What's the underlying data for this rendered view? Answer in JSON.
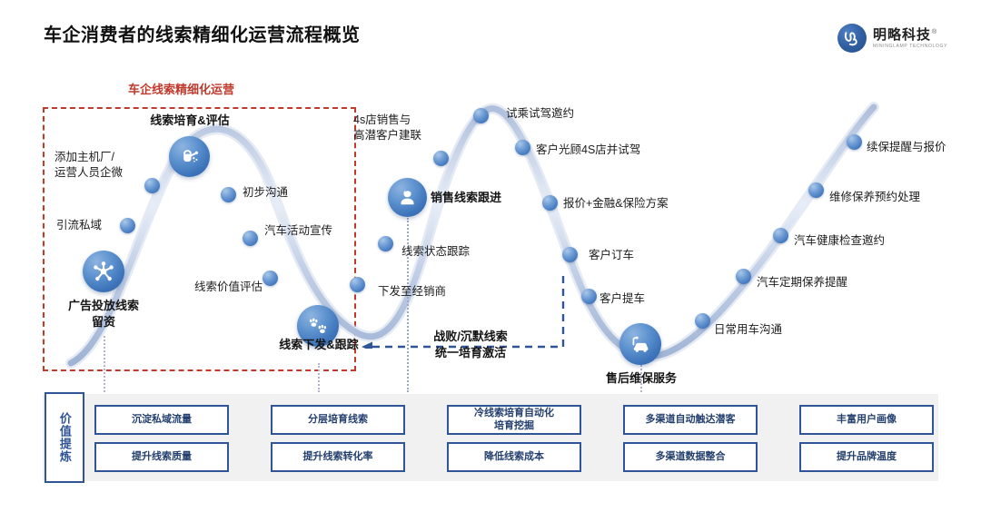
{
  "header": {
    "title": "车企消费者的线索精细化运营流程概览",
    "logo": {
      "icon": "mininglamp-logo-icon",
      "cn": "明略科技",
      "reg": "®",
      "en": "MININGLAMP TECHNOLOGY"
    }
  },
  "regions": {
    "lead_ops": {
      "label": "车企线索精细化运营",
      "color": "#c0392b"
    }
  },
  "feedback": {
    "label": "战败/沉默线索\n统一培育激活",
    "color": "#2f5597",
    "arrow": "left-arrow-icon"
  },
  "milestones": [
    {
      "id": "ad-leads",
      "icon": "network-hub-icon",
      "title": "广告投放线索\n留资"
    },
    {
      "id": "lead-nurture",
      "icon": "watering-can-icon",
      "title": "线索培育&评估"
    },
    {
      "id": "lead-dispatch",
      "icon": "paw-prints-icon",
      "title": "线索下发&跟踪"
    },
    {
      "id": "sales-followup",
      "icon": "person-icon",
      "title": "销售线索跟进"
    },
    {
      "id": "aftersales",
      "icon": "car-service-icon",
      "title": "售后维保服务"
    }
  ],
  "steps": [
    {
      "id": "add-oem",
      "label": "添加主机厂/\n运营人员企微"
    },
    {
      "id": "private-domain",
      "label": "引流私域"
    },
    {
      "id": "first-contact",
      "label": "初步沟通"
    },
    {
      "id": "auto-event",
      "label": "汽车活动宣传"
    },
    {
      "id": "lead-value",
      "label": "线索价值评估"
    },
    {
      "id": "to-dealer",
      "label": "下发至经销商"
    },
    {
      "id": "lead-status",
      "label": "线索状态跟踪"
    },
    {
      "id": "4s-connect",
      "label": "4s店销售与\n高潜客户建联"
    },
    {
      "id": "testdrive-inv",
      "label": "试乘试驾邀约"
    },
    {
      "id": "visit-4s",
      "label": "客户光顾4S店并试驾"
    },
    {
      "id": "quote-finance",
      "label": "报价+金融&保险方案"
    },
    {
      "id": "order-car",
      "label": "客户订车"
    },
    {
      "id": "pickup-car",
      "label": "客户提车"
    },
    {
      "id": "daily-use",
      "label": "日常用车沟通"
    },
    {
      "id": "maint-remind",
      "label": "汽车定期保养提醒"
    },
    {
      "id": "health-check",
      "label": "汽车健康检查邀约"
    },
    {
      "id": "repair-booking",
      "label": "维修保养预约处理"
    },
    {
      "id": "renewal-quote",
      "label": "续保提醒与报价"
    }
  ],
  "value_panel": {
    "title": "价值提炼",
    "groups": [
      {
        "top": "沉淀私域流量",
        "bottom": "提升线索质量"
      },
      {
        "top": "分层培育线索",
        "bottom": "提升线索转化率"
      },
      {
        "top": "冷线索培育自动化\n培育挖掘",
        "bottom": "降低线索成本"
      },
      {
        "top": "多渠道自动触达潜客",
        "bottom": "多渠道数据整合"
      },
      {
        "top": "丰富用户画像",
        "bottom": "提升品牌温度"
      }
    ]
  },
  "colors": {
    "accent_blue": "#2f5597",
    "accent_red": "#c0392b",
    "curve": "#b9c6dd",
    "panel_bg": "#f1f1f1"
  }
}
